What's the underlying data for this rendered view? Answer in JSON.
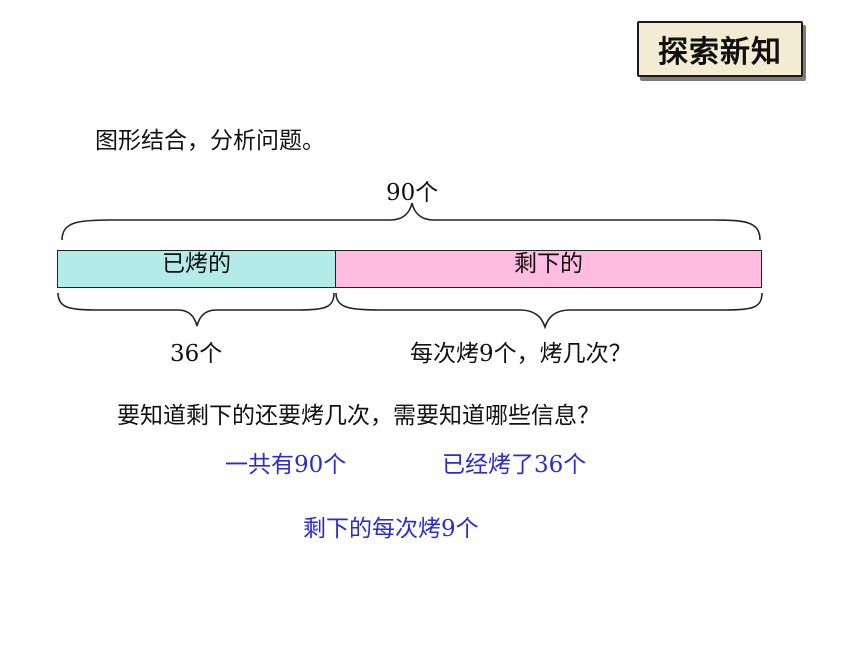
{
  "header": {
    "badge": "探索新知"
  },
  "intro": "图形结合，分析问题。",
  "diagram": {
    "total_label": "90个",
    "part_done_label": "已烤的",
    "part_rest_label": "剩下的",
    "done_count_label": "36个",
    "rest_question": "每次烤9个，烤几次？",
    "colors": {
      "done": "#b2ebe8",
      "rest": "#ffbbe0"
    }
  },
  "question": "要知道剩下的还要烤几次，需要知道哪些信息？",
  "answers": {
    "total": "一共有90个",
    "baked": "已经烤了36个",
    "per_batch": "剩下的每次烤9个"
  }
}
